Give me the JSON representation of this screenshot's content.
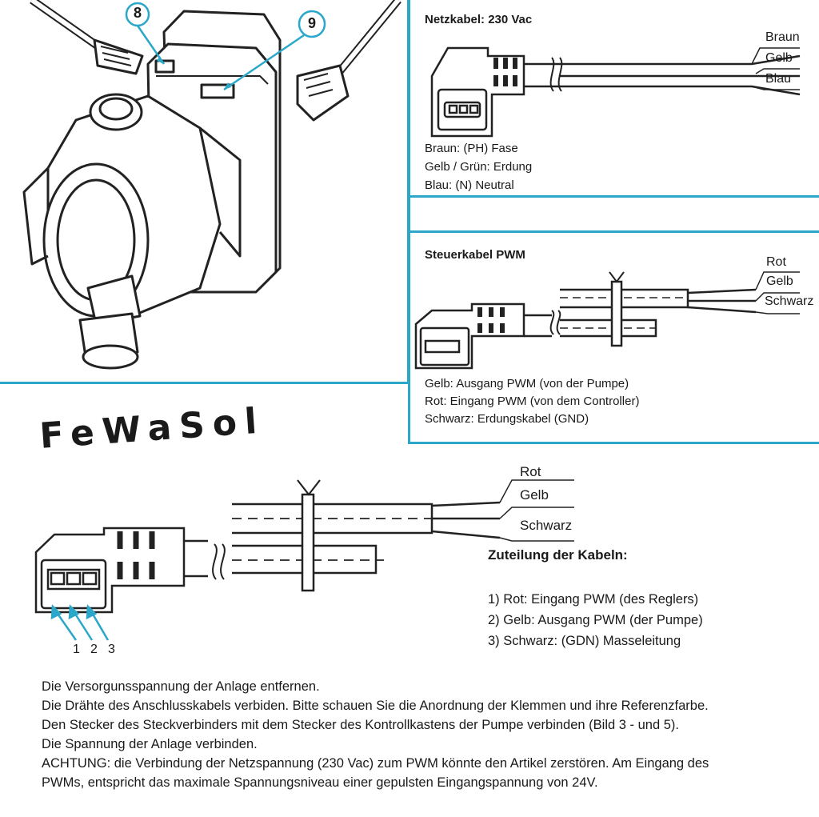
{
  "callouts": {
    "c8": "8",
    "c9": "9"
  },
  "netz": {
    "title": "Netzkabel:  230 Vac",
    "wires": [
      "Braun",
      "Gelb",
      "Blau"
    ],
    "legend": [
      "Braun: (PH) Fase",
      "Gelb / Grün:  Erdung",
      "Blau: (N) Neutral"
    ]
  },
  "steuer": {
    "title": "Steuerkabel  PWM",
    "wires": [
      "Rot",
      "Gelb",
      "Schwarz"
    ],
    "legend": [
      "Gelb: Ausgang PWM (von der Pumpe)",
      "Rot: Eingang PWM (von dem Controller)",
      "Schwarz: Erdungskabel (GND)"
    ]
  },
  "logo": "FeWaSol",
  "big": {
    "wires": [
      "Rot",
      "Gelb",
      "Schwarz"
    ],
    "pins": [
      "1",
      "2",
      "3"
    ],
    "zuteilung_title": "Zuteilung der Kabeln:",
    "zuteilung": [
      "1) Rot: Eingang PWM (des Reglers)",
      "2) Gelb: Ausgang PWM (der Pumpe)",
      "3) Schwarz: (GDN) Masseleitung"
    ]
  },
  "instructions": [
    "Die Versorgunsspannung der Anlage entfernen.",
    "Die Drähte des Anschlusskabels verbiden. Bitte schauen Sie die Anordnung der Klemmen und ihre Referenzfarbe.",
    "Den  Stecker des Steckverbinders mit dem Stecker des Kontrollkastens der Pumpe verbinden (Bild 3 - und 5).",
    "Die Spannung der Anlage verbinden.",
    "ACHTUNG: die Verbindung der Netzspannung  (230 Vac) zum PWM könnte den Artikel zerstören. Am Eingang des",
    "PWMs, entspricht das maximale Spannungsniveau einer gepulsten Eingangspannung von 24V."
  ],
  "colors": {
    "frame": "#2aa7c9",
    "callout": "#2aa7c9",
    "arrow": "#2aa7c9"
  }
}
